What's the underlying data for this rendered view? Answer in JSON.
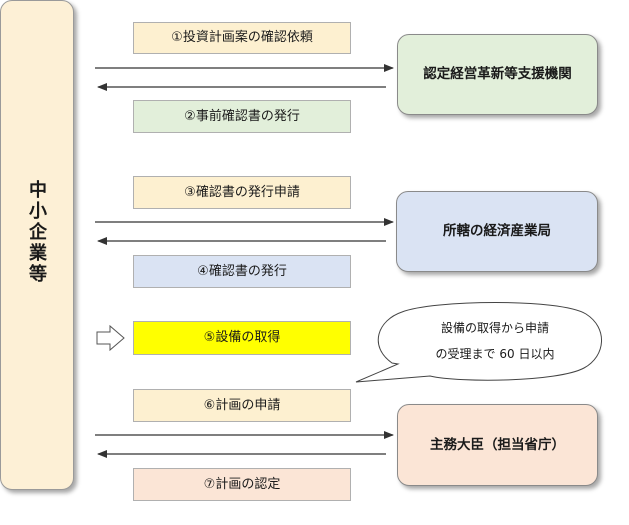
{
  "actors": {
    "applicant": "中小企業等",
    "support_org": "認定経営革新等支援機関",
    "metb": "所轄の経済産業局",
    "minister": "主務大臣（担当省庁）"
  },
  "steps": [
    {
      "label": "①投資計画案の確認依頼",
      "fill": "#fdf0d0"
    },
    {
      "label": "②事前確認書の発行",
      "fill": "#e2efda"
    },
    {
      "label": "③確認書の発行申請",
      "fill": "#fdf0d0"
    },
    {
      "label": "④確認書の発行",
      "fill": "#dae3f3"
    },
    {
      "label": "⑤設備の取得",
      "fill": "#ffff00"
    },
    {
      "label": "⑥計画の申請",
      "fill": "#fdf0d0"
    },
    {
      "label": "⑦計画の認定",
      "fill": "#fbe5d6"
    }
  ],
  "callout": {
    "line1": "設備の取得から申請",
    "line2": "の受理まで 60 日以内"
  },
  "colors": {
    "applicant_fill": "#fdf0d6",
    "support_org_fill": "#e2efda",
    "metb_fill": "#dae3f3",
    "minister_fill": "#fbe5d6",
    "arrow": "#333333"
  }
}
